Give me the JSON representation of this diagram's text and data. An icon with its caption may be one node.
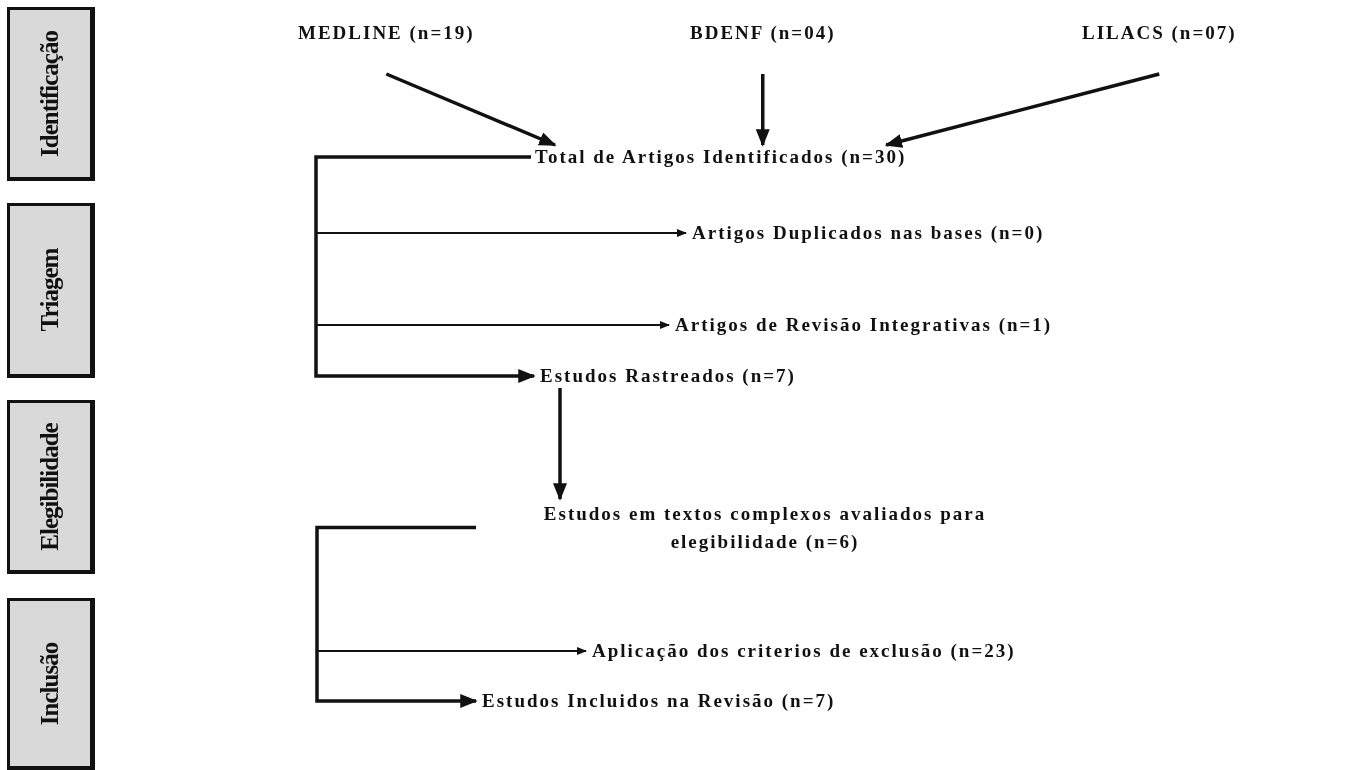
{
  "diagram": {
    "nodes": [
      {
        "text": [
          "Identificação"
        ]
      },
      {
        "text": [
          "Triagem"
        ]
      },
      {
        "text": [
          "Elegibilidade"
        ]
      },
      {
        "text": [
          "Inclusão"
        ]
      },
      {
        "text": [
          "MEDLINE (n=19)"
        ]
      },
      {
        "text": [
          "BDENF (n=04)"
        ]
      },
      {
        "text": [
          "LILACS  (n=07)"
        ]
      },
      {
        "text": [
          "Total de Artigos Identificados (n=30)"
        ]
      },
      {
        "text": [
          "Artigos Duplicados nas bases (n=0)"
        ]
      },
      {
        "text": [
          "Artigos de Revisão Integrativas (n=1)"
        ]
      },
      {
        "text": [
          "Estudos Rastreados (n=7)"
        ]
      },
      {
        "text": [
          "Estudos em textos complexos avaliados para elegibilidade (n=6)"
        ]
      },
      {
        "text": [
          "Aplicação dos criterios de exclusão (n=23)"
        ]
      },
      {
        "text": [
          "Estudos Incluidos na Revisão  (n=7)"
        ]
      }
    ],
    "edges": [
      {
        "from": 4,
        "to": 7,
        "arrow": "to"
      },
      {
        "from": 5,
        "to": 7,
        "arrow": "to"
      },
      {
        "from": 6,
        "to": 7,
        "arrow": "to"
      },
      {
        "from": 7,
        "to": 8,
        "arrow": "to"
      },
      {
        "from": 7,
        "to": 9,
        "arrow": "to"
      },
      {
        "from": 7,
        "to": 10,
        "arrow": "to"
      },
      {
        "from": 10,
        "to": 11,
        "arrow": "to"
      },
      {
        "from": 11,
        "to": 12,
        "arrow": "to"
      },
      {
        "from": 11,
        "to": 13,
        "arrow": "to"
      }
    ]
  }
}
